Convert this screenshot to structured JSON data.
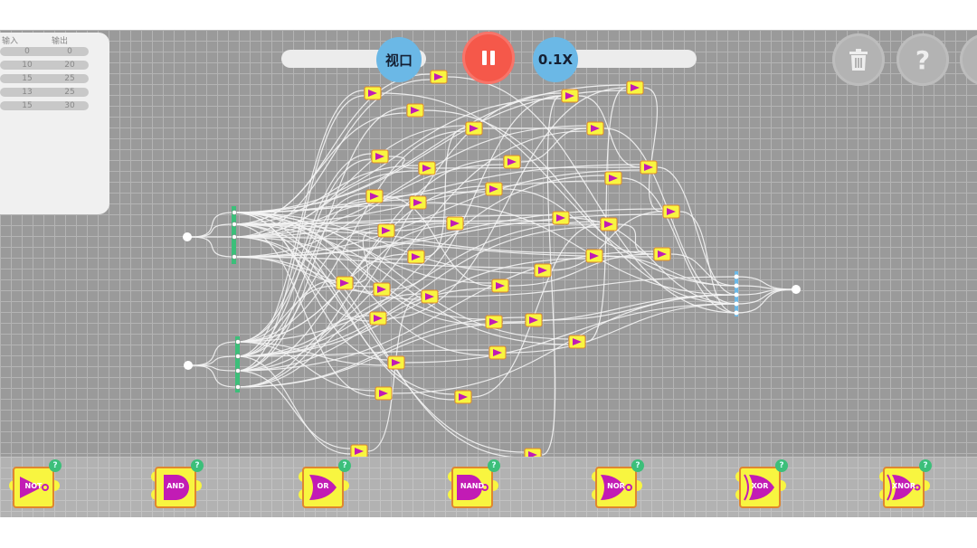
{
  "truth_table": {
    "headers": [
      "输入",
      "输出"
    ],
    "rows": [
      [
        "0",
        "0"
      ],
      [
        "10",
        "20"
      ],
      [
        "15",
        "25"
      ],
      [
        "13",
        "25"
      ],
      [
        "15",
        "30"
      ]
    ]
  },
  "controls": {
    "viewport_label": "视口",
    "speed_label": "0.1X",
    "pause_icon": "pause-icon",
    "delete_icon": "trash-icon",
    "help_label": "?",
    "menu_icon": "menu-icon"
  },
  "palette": [
    {
      "label": "NOT",
      "badge": "?"
    },
    {
      "label": "AND",
      "badge": "?"
    },
    {
      "label": "OR",
      "badge": "?"
    },
    {
      "label": "NAND",
      "badge": "?"
    },
    {
      "label": "NOR",
      "badge": "?"
    },
    {
      "label": "XOR",
      "badge": "?"
    },
    {
      "label": "XNOR",
      "badge": "?"
    }
  ],
  "colors": {
    "gate_fill": "#f8f540",
    "gate_symbol": "#c21bb5",
    "pause": "#f5584a",
    "speed": "#6bb8e6",
    "input_bus": "#3cbf7a",
    "output_bus": "#6bb8e6"
  }
}
